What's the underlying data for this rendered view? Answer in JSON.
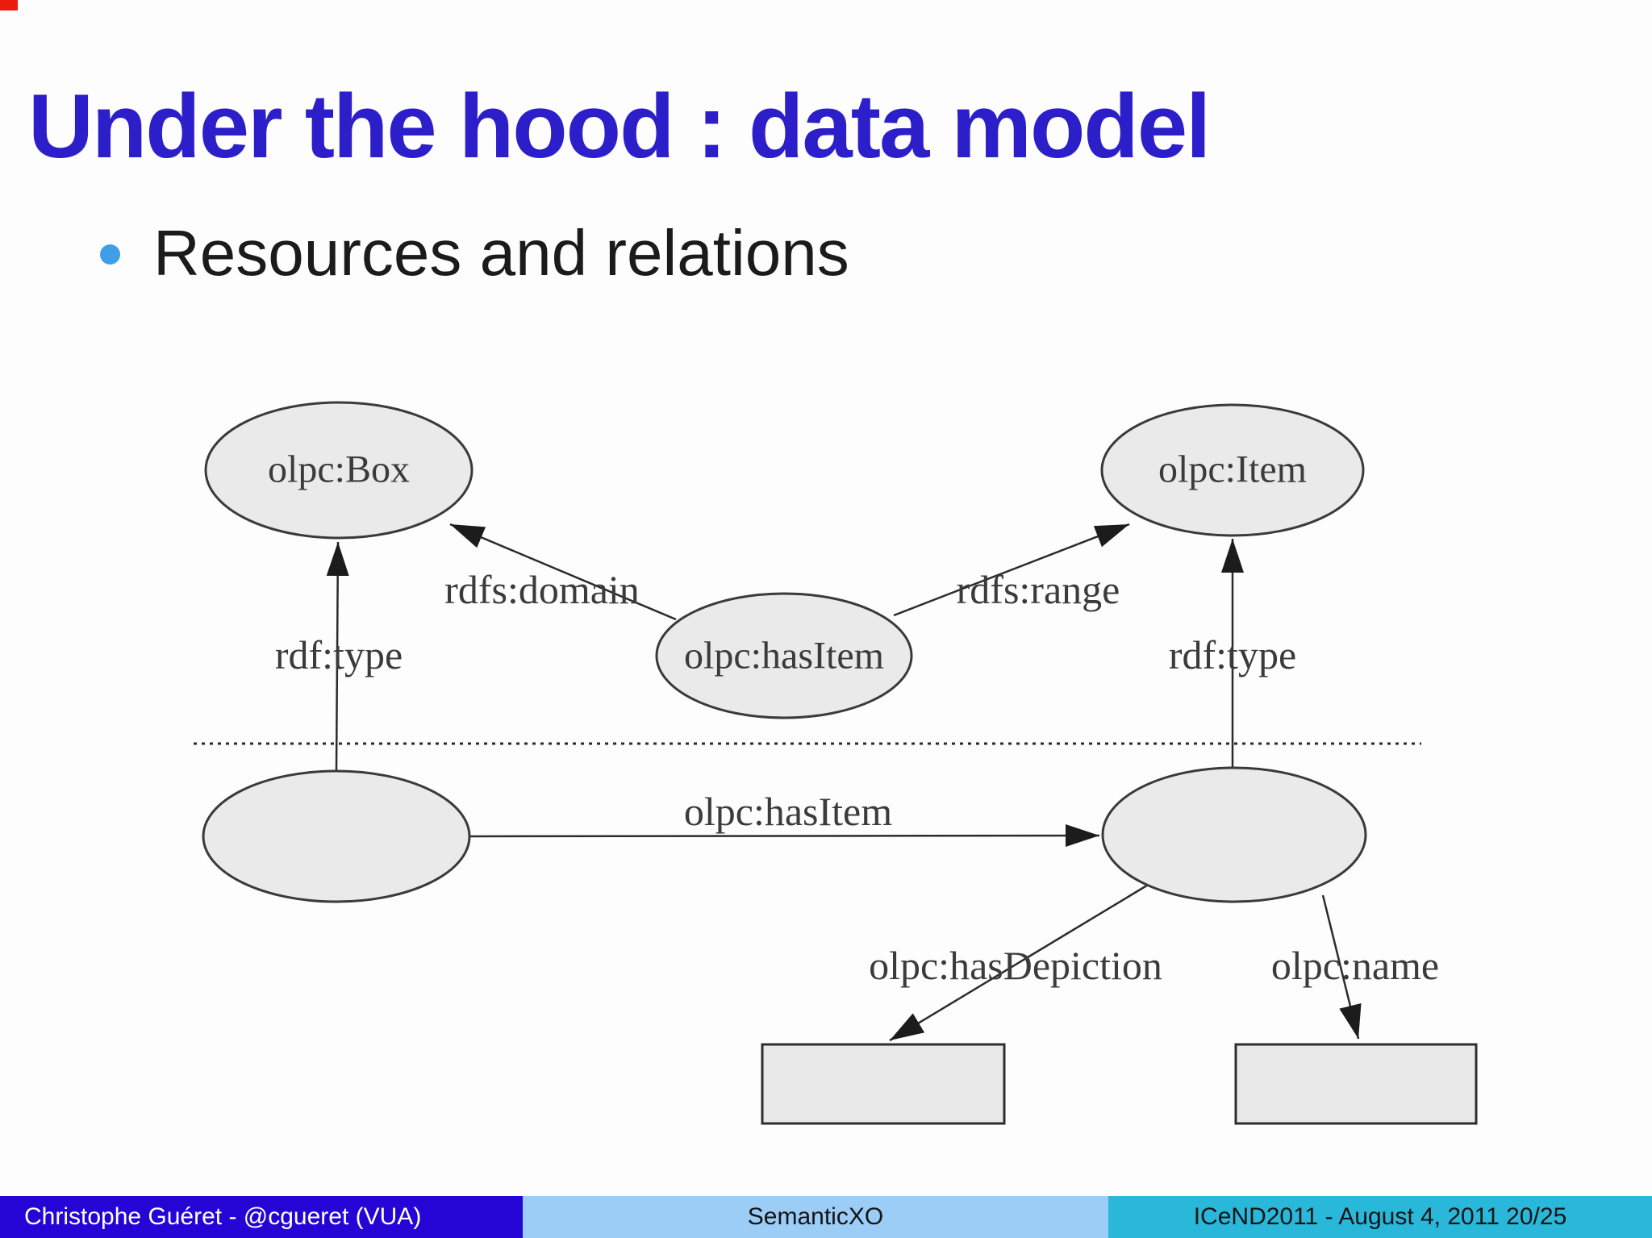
{
  "slide": {
    "title": "Under the hood : data model",
    "bullet_text": "Resources and relations"
  },
  "diagram": {
    "node_box": "olpc:Box",
    "node_item": "olpc:Item",
    "node_has_item": "olpc:hasItem",
    "edge_rdf_type_left": "rdf:type",
    "edge_rdfs_domain": "rdfs:domain",
    "edge_rdfs_range": "rdfs:range",
    "edge_rdf_type_right": "rdf:type",
    "edge_has_item": "olpc:hasItem",
    "edge_has_depiction": "olpc:hasDepiction",
    "edge_name": "olpc:name"
  },
  "footer": {
    "left": "Christophe Guéret - @cgueret (VUA)",
    "center": "SemanticXO",
    "right": "ICeND2011 - August 4, 2011 20/25"
  },
  "colors": {
    "title": "#2c1fc9",
    "bullet_dot": "#3f9ee6",
    "node_fill": "#eaeaea",
    "node_stroke": "#3a3a3a",
    "edge_line": "#2b2b2b",
    "diagram_text": "#3b3b3b",
    "footer_left_bg": "#2405d6",
    "footer_center_bg": "#9bcdf7",
    "footer_right_bg": "#2ab8da",
    "corner_mark": "#ec1c0c"
  }
}
